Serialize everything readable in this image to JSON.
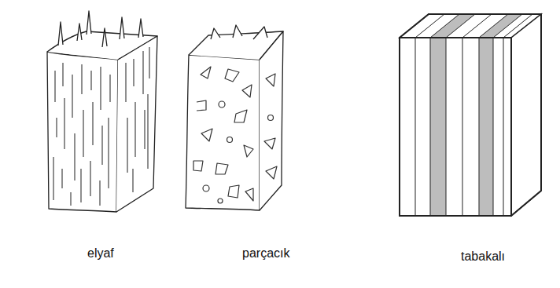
{
  "diagram": {
    "labels": [
      "elyaf",
      "parçacık",
      "tabakalı"
    ]
  }
}
